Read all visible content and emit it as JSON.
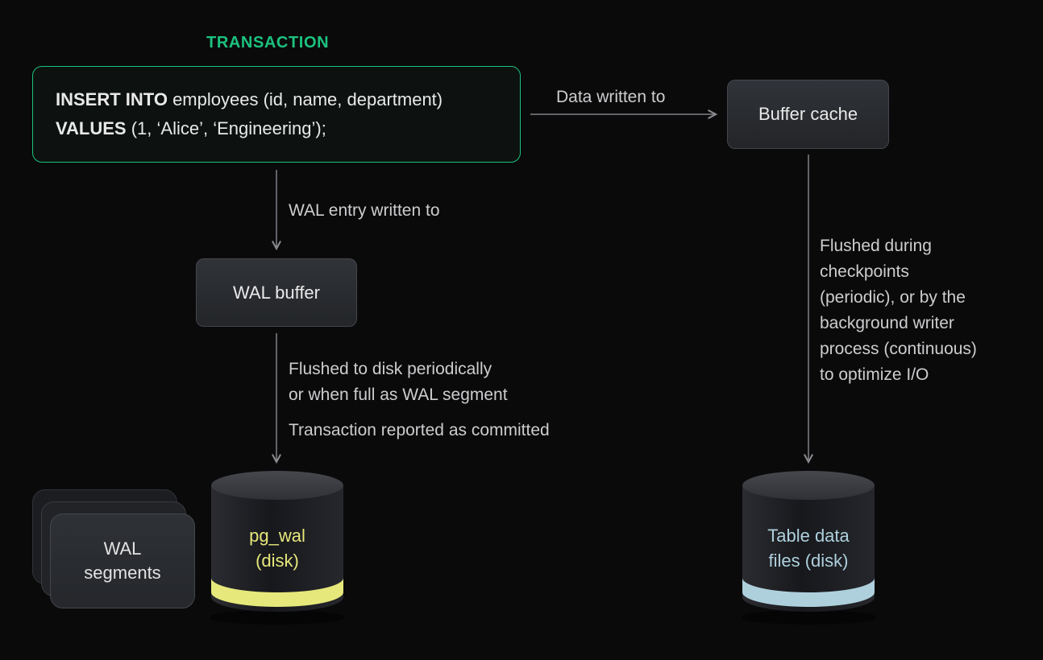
{
  "diagram": {
    "title": "TRANSACTION",
    "sql_box": {
      "line1_keyword": "INSERT INTO",
      "line1_rest": " employees (id, name, department)",
      "line2_keyword": "VALUES",
      "line2_rest": " (1, ‘Alice’, ‘Engineering’);"
    },
    "nodes": {
      "buffer_cache": "Buffer cache",
      "wal_buffer": "WAL buffer",
      "wal_segments": "WAL\nsegments",
      "pg_wal": "pg_wal\n(disk)",
      "table_data_files": "Table data\nfiles (disk)"
    },
    "edge_labels": {
      "data_written_to": "Data written to",
      "wal_entry_written_to": "WAL entry written to",
      "flushed_wal": "Flushed to disk periodically\nor when full as WAL segment",
      "transaction_committed": "Transaction reported as committed",
      "flushed_checkpoints": "Flushed during\ncheckpoints\n(periodic), or by the\nbackground writer\nprocess (continuous)\nto optimize I/O"
    },
    "colors": {
      "accent_green": "#1cc27e",
      "wal_yellow": "#e6e87b",
      "table_blue": "#aed0dd",
      "arrow_gray": "#85868a"
    }
  }
}
